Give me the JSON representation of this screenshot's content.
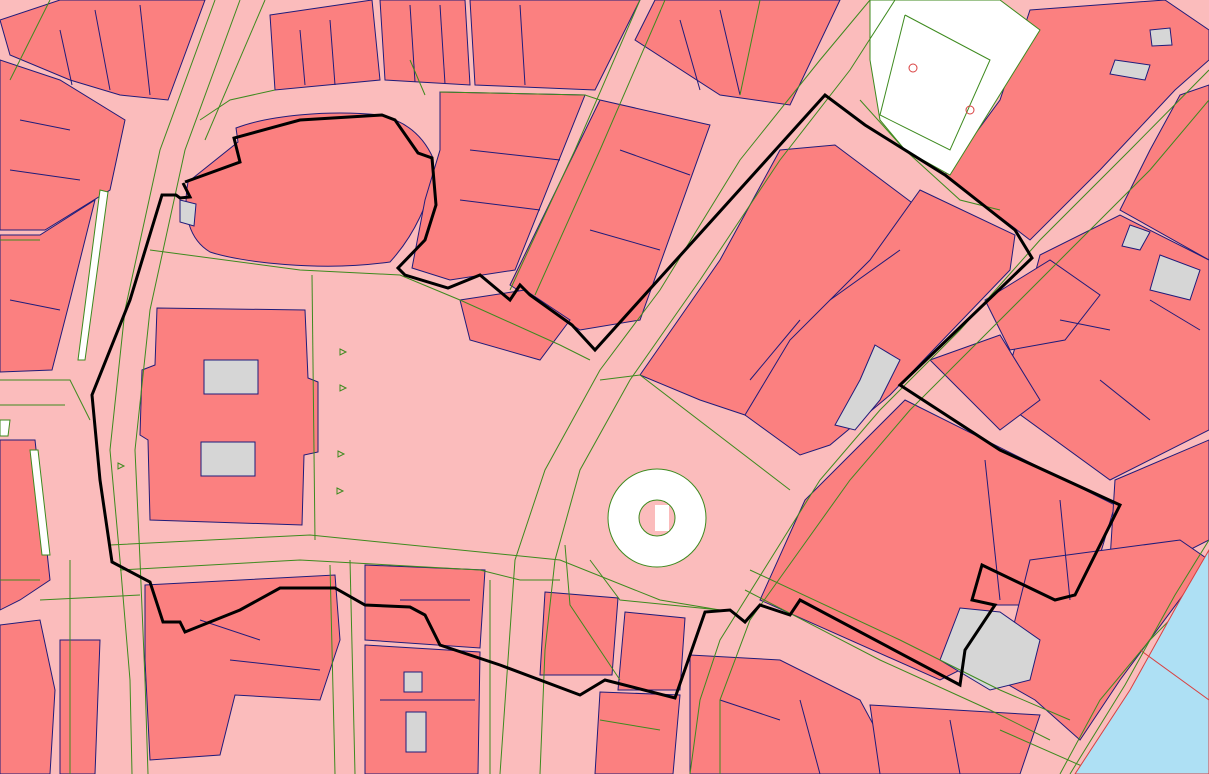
{
  "map": {
    "colors": {
      "background": "#ffffff",
      "ground": "#fbbcbc",
      "building": "#fb8080",
      "building_outline": "#1f1b7a",
      "grey_structure": "#d6d6d6",
      "green_line": "#3d8a1e",
      "boundary": "#000000",
      "water": "#aee0f4",
      "water_edge": "#d94040"
    },
    "layers": [
      "ground",
      "buildings",
      "grey-structures",
      "green-lines",
      "water",
      "study-area-boundary"
    ]
  }
}
